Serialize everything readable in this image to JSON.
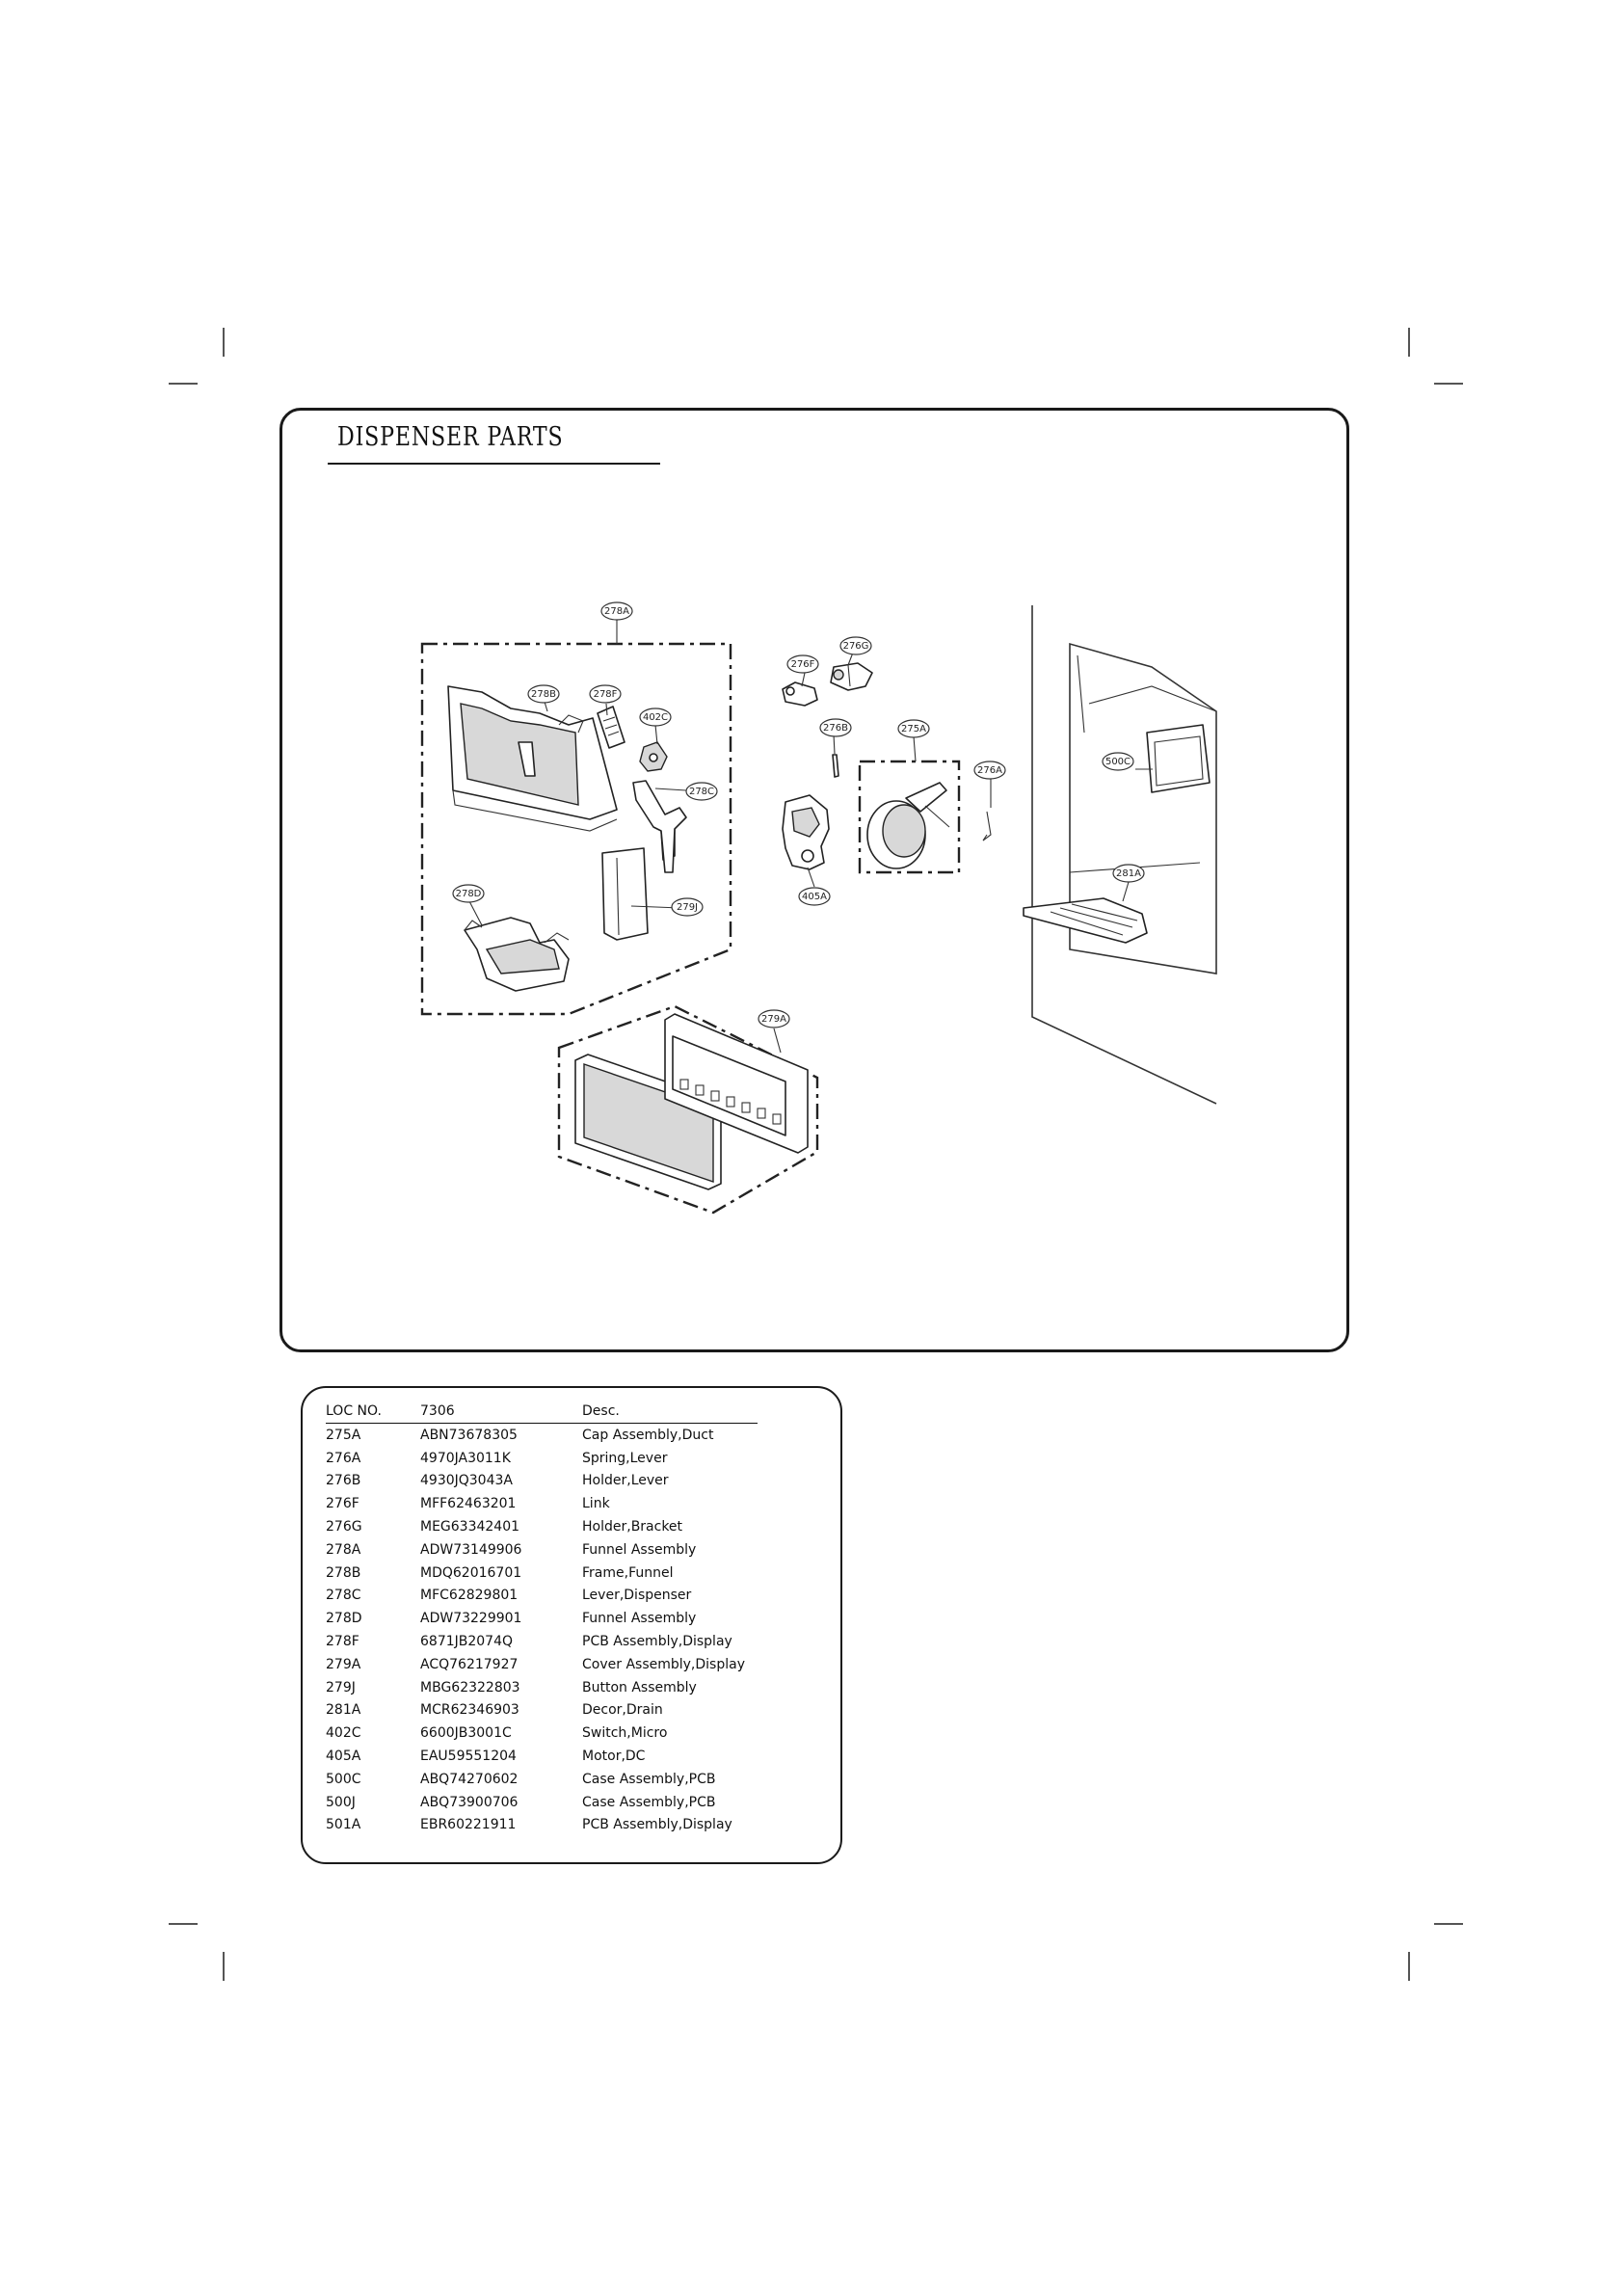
{
  "title": "DISPENSER PARTS",
  "callouts": {
    "c278A": "278A",
    "c278B": "278B",
    "c278F": "278F",
    "c402C": "402C",
    "c278C": "278C",
    "c278D": "278D",
    "c279J": "279J",
    "c276F": "276F",
    "c276G": "276G",
    "c276B": "276B",
    "c275A": "275A",
    "c276A": "276A",
    "c405A": "405A",
    "c279A": "279A",
    "c500C": "500C",
    "c281A": "281A"
  },
  "parts_table": {
    "headers": {
      "loc": "LOC NO.",
      "model": "7306",
      "desc": "Desc."
    },
    "rows": [
      {
        "loc": "275A",
        "part": "ABN73678305",
        "desc": "Cap Assembly,Duct"
      },
      {
        "loc": "276A",
        "part": "4970JA3011K",
        "desc": "Spring,Lever"
      },
      {
        "loc": "276B",
        "part": "4930JQ3043A",
        "desc": "Holder,Lever"
      },
      {
        "loc": "276F",
        "part": "MFF62463201",
        "desc": "Link"
      },
      {
        "loc": "276G",
        "part": "MEG63342401",
        "desc": "Holder,Bracket"
      },
      {
        "loc": "278A",
        "part": "ADW73149906",
        "desc": "Funnel Assembly"
      },
      {
        "loc": "278B",
        "part": "MDQ62016701",
        "desc": "Frame,Funnel"
      },
      {
        "loc": "278C",
        "part": "MFC62829801",
        "desc": "Lever,Dispenser"
      },
      {
        "loc": "278D",
        "part": "ADW73229901",
        "desc": "Funnel Assembly"
      },
      {
        "loc": "278F",
        "part": "6871JB2074Q",
        "desc": "PCB Assembly,Display"
      },
      {
        "loc": "279A",
        "part": "ACQ76217927",
        "desc": "Cover Assembly,Display"
      },
      {
        "loc": "279J",
        "part": "MBG62322803",
        "desc": "Button Assembly"
      },
      {
        "loc": "281A",
        "part": "MCR62346903",
        "desc": "Decor,Drain"
      },
      {
        "loc": "402C",
        "part": "6600JB3001C",
        "desc": "Switch,Micro"
      },
      {
        "loc": "405A",
        "part": "EAU59551204",
        "desc": "Motor,DC"
      },
      {
        "loc": "500C",
        "part": "ABQ74270602",
        "desc": "Case Assembly,PCB"
      },
      {
        "loc": "500J",
        "part": "ABQ73900706",
        "desc": "Case Assembly,PCB"
      },
      {
        "loc": "501A",
        "part": "EBR60221911",
        "desc": "PCB Assembly,Display"
      }
    ]
  }
}
